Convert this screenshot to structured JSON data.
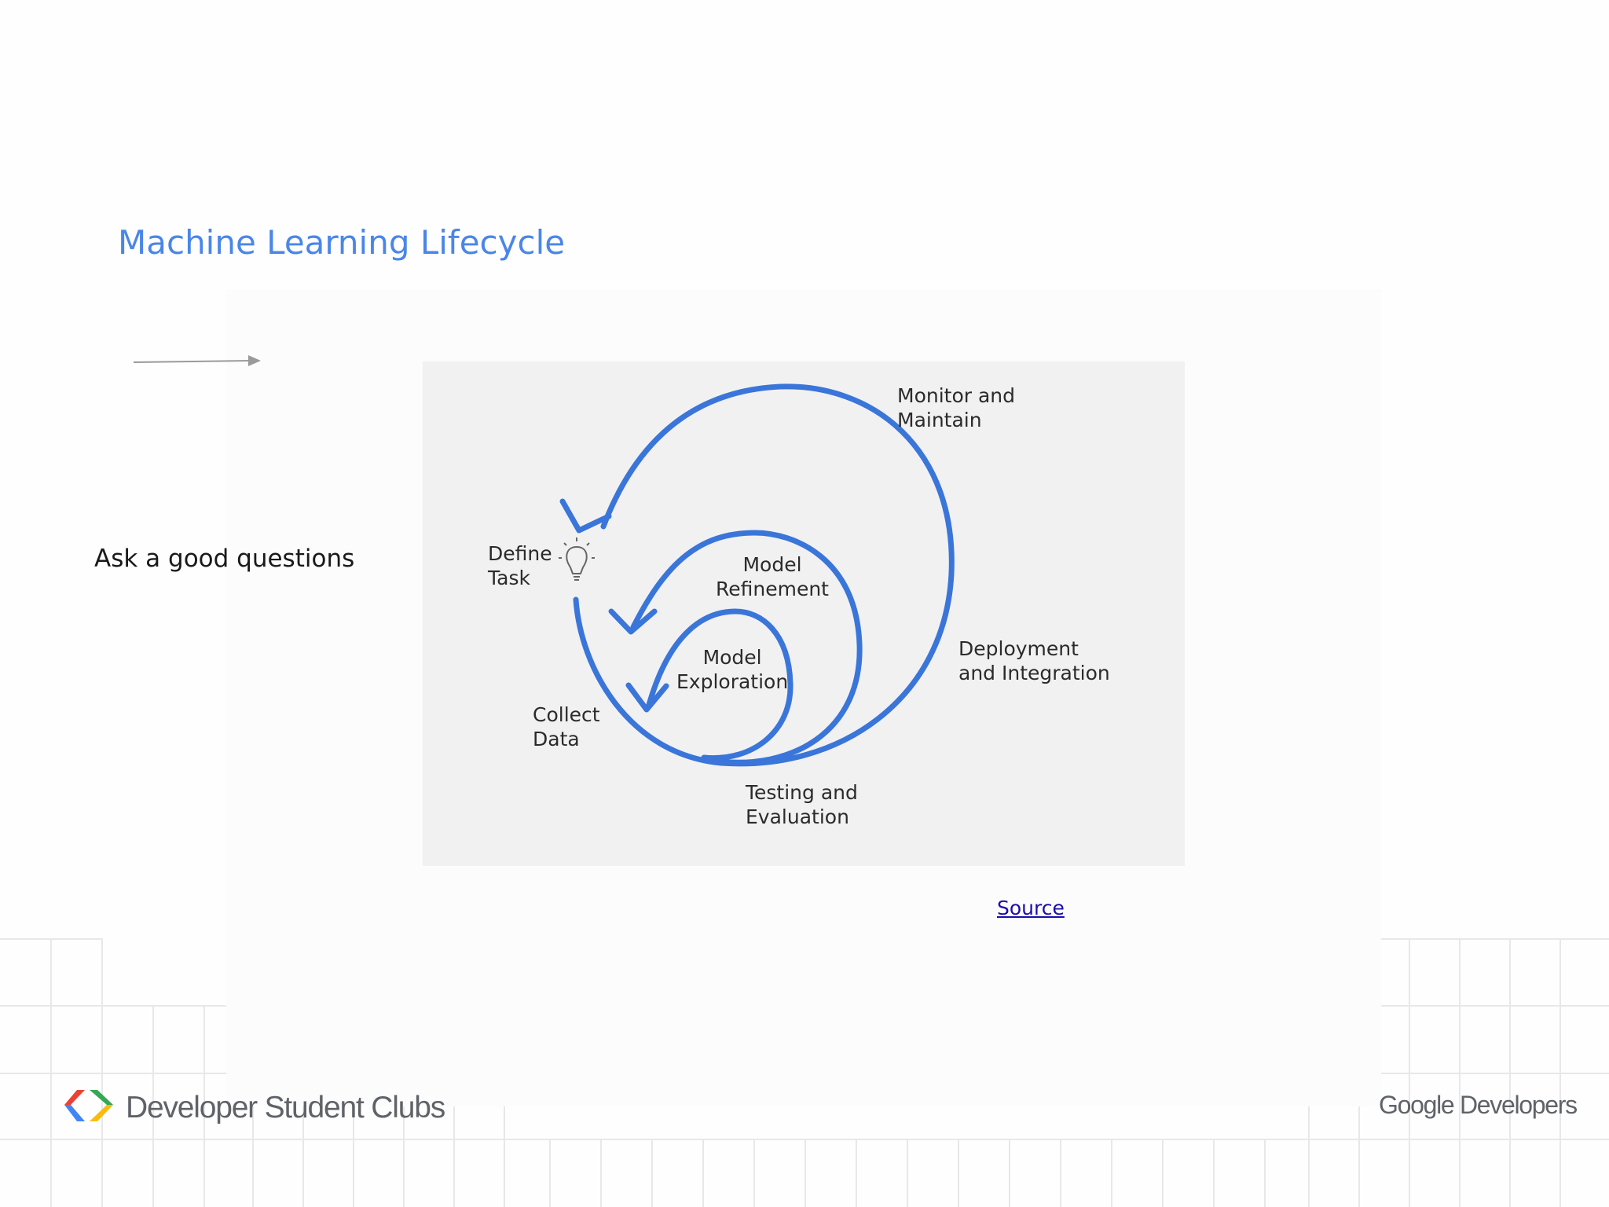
{
  "slide": {
    "title": "Machine Learning Lifecycle",
    "question": "Ask a good questions",
    "source_link": "Source"
  },
  "figure": {
    "stages": {
      "monitor": "Monitor and\nMaintain",
      "define": "Define\nTask",
      "refinement": "Model\nRefinement",
      "exploration": "Model\nExploration",
      "collect": "Collect\nData",
      "deployment": "Deployment\nand Integration",
      "testing": "Testing and\nEvaluation"
    },
    "icon": "lightbulb-icon",
    "arc_color": "#3a75d9"
  },
  "footer": {
    "left_brand": "Developer Student Clubs",
    "right_brand": "Google Developers",
    "logo_colors": [
      "#ea4335",
      "#4285f4",
      "#34a853",
      "#fbbc04"
    ]
  }
}
